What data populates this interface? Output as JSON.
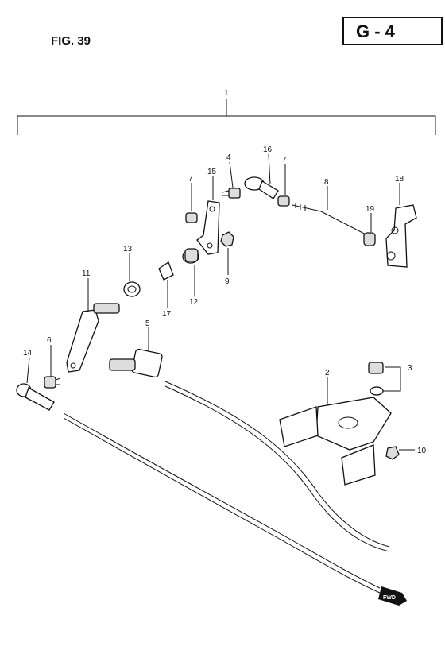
{
  "header": {
    "figure_label": "FIG. 39",
    "section_code": "G - 4"
  },
  "callouts": {
    "c1": "1",
    "c2": "2",
    "c3": "3",
    "c4": "4",
    "c5": "5",
    "c6": "6",
    "c7a": "7",
    "c7b": "7",
    "c8": "8",
    "c9": "9",
    "c10": "10",
    "c11": "11",
    "c12": "12",
    "c13": "13",
    "c14": "14",
    "c15": "15",
    "c16": "16",
    "c17": "17",
    "c18": "18",
    "c19": "19"
  },
  "arrow_tag": "FWD"
}
